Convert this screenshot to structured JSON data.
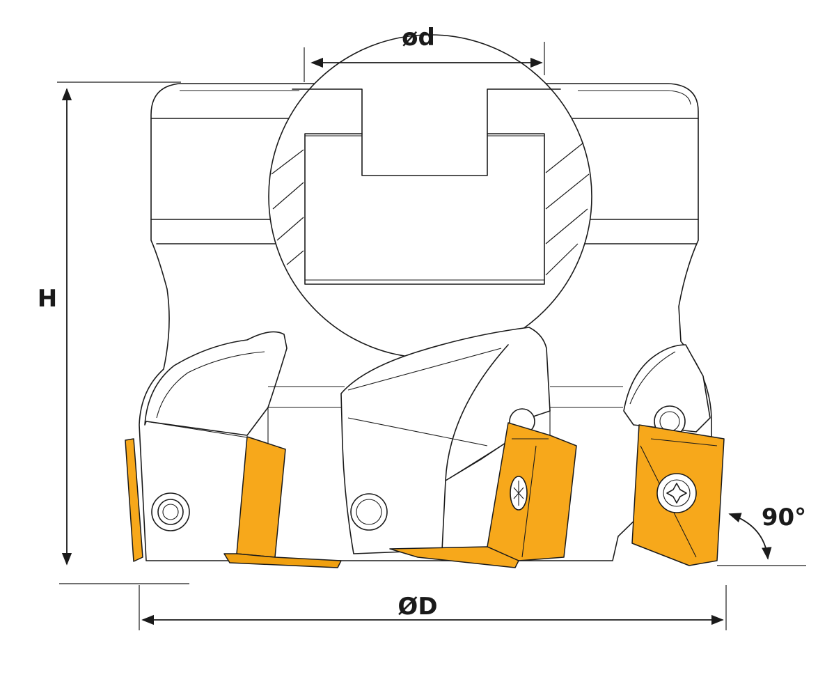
{
  "dimensions": {
    "bore": "ød",
    "height": "H",
    "diameter": "ØD",
    "angle": "90°"
  },
  "colors": {
    "insert": "#F7A81B",
    "outline": "#1A1A1A",
    "background": "#FFFFFF"
  }
}
